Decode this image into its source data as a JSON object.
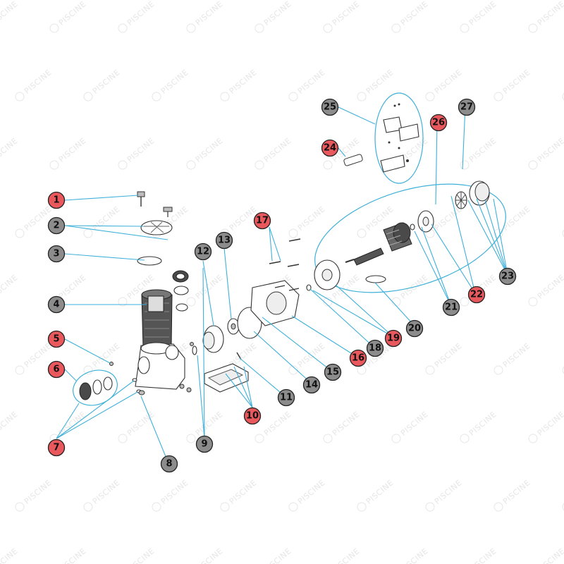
{
  "watermark": {
    "text": "PISCINE"
  },
  "colors": {
    "red_badge": "#e8585d",
    "grey_badge": "#8c8c8c",
    "leader_line": "#3fb0d9"
  },
  "callouts": [
    {
      "num": "1",
      "color": "red"
    },
    {
      "num": "2",
      "color": "grey"
    },
    {
      "num": "3",
      "color": "grey"
    },
    {
      "num": "4",
      "color": "grey"
    },
    {
      "num": "5",
      "color": "red"
    },
    {
      "num": "6",
      "color": "red"
    },
    {
      "num": "7",
      "color": "red"
    },
    {
      "num": "8",
      "color": "grey"
    },
    {
      "num": "9",
      "color": "grey"
    },
    {
      "num": "10",
      "color": "red"
    },
    {
      "num": "11",
      "color": "grey"
    },
    {
      "num": "12",
      "color": "grey"
    },
    {
      "num": "13",
      "color": "grey"
    },
    {
      "num": "14",
      "color": "grey"
    },
    {
      "num": "15",
      "color": "grey"
    },
    {
      "num": "16",
      "color": "red"
    },
    {
      "num": "17",
      "color": "red"
    },
    {
      "num": "18",
      "color": "grey"
    },
    {
      "num": "19",
      "color": "red"
    },
    {
      "num": "20",
      "color": "grey"
    },
    {
      "num": "21",
      "color": "grey"
    },
    {
      "num": "22",
      "color": "red"
    },
    {
      "num": "23",
      "color": "grey"
    },
    {
      "num": "24",
      "color": "red"
    },
    {
      "num": "25",
      "color": "grey"
    },
    {
      "num": "26",
      "color": "red"
    },
    {
      "num": "27",
      "color": "grey"
    }
  ]
}
